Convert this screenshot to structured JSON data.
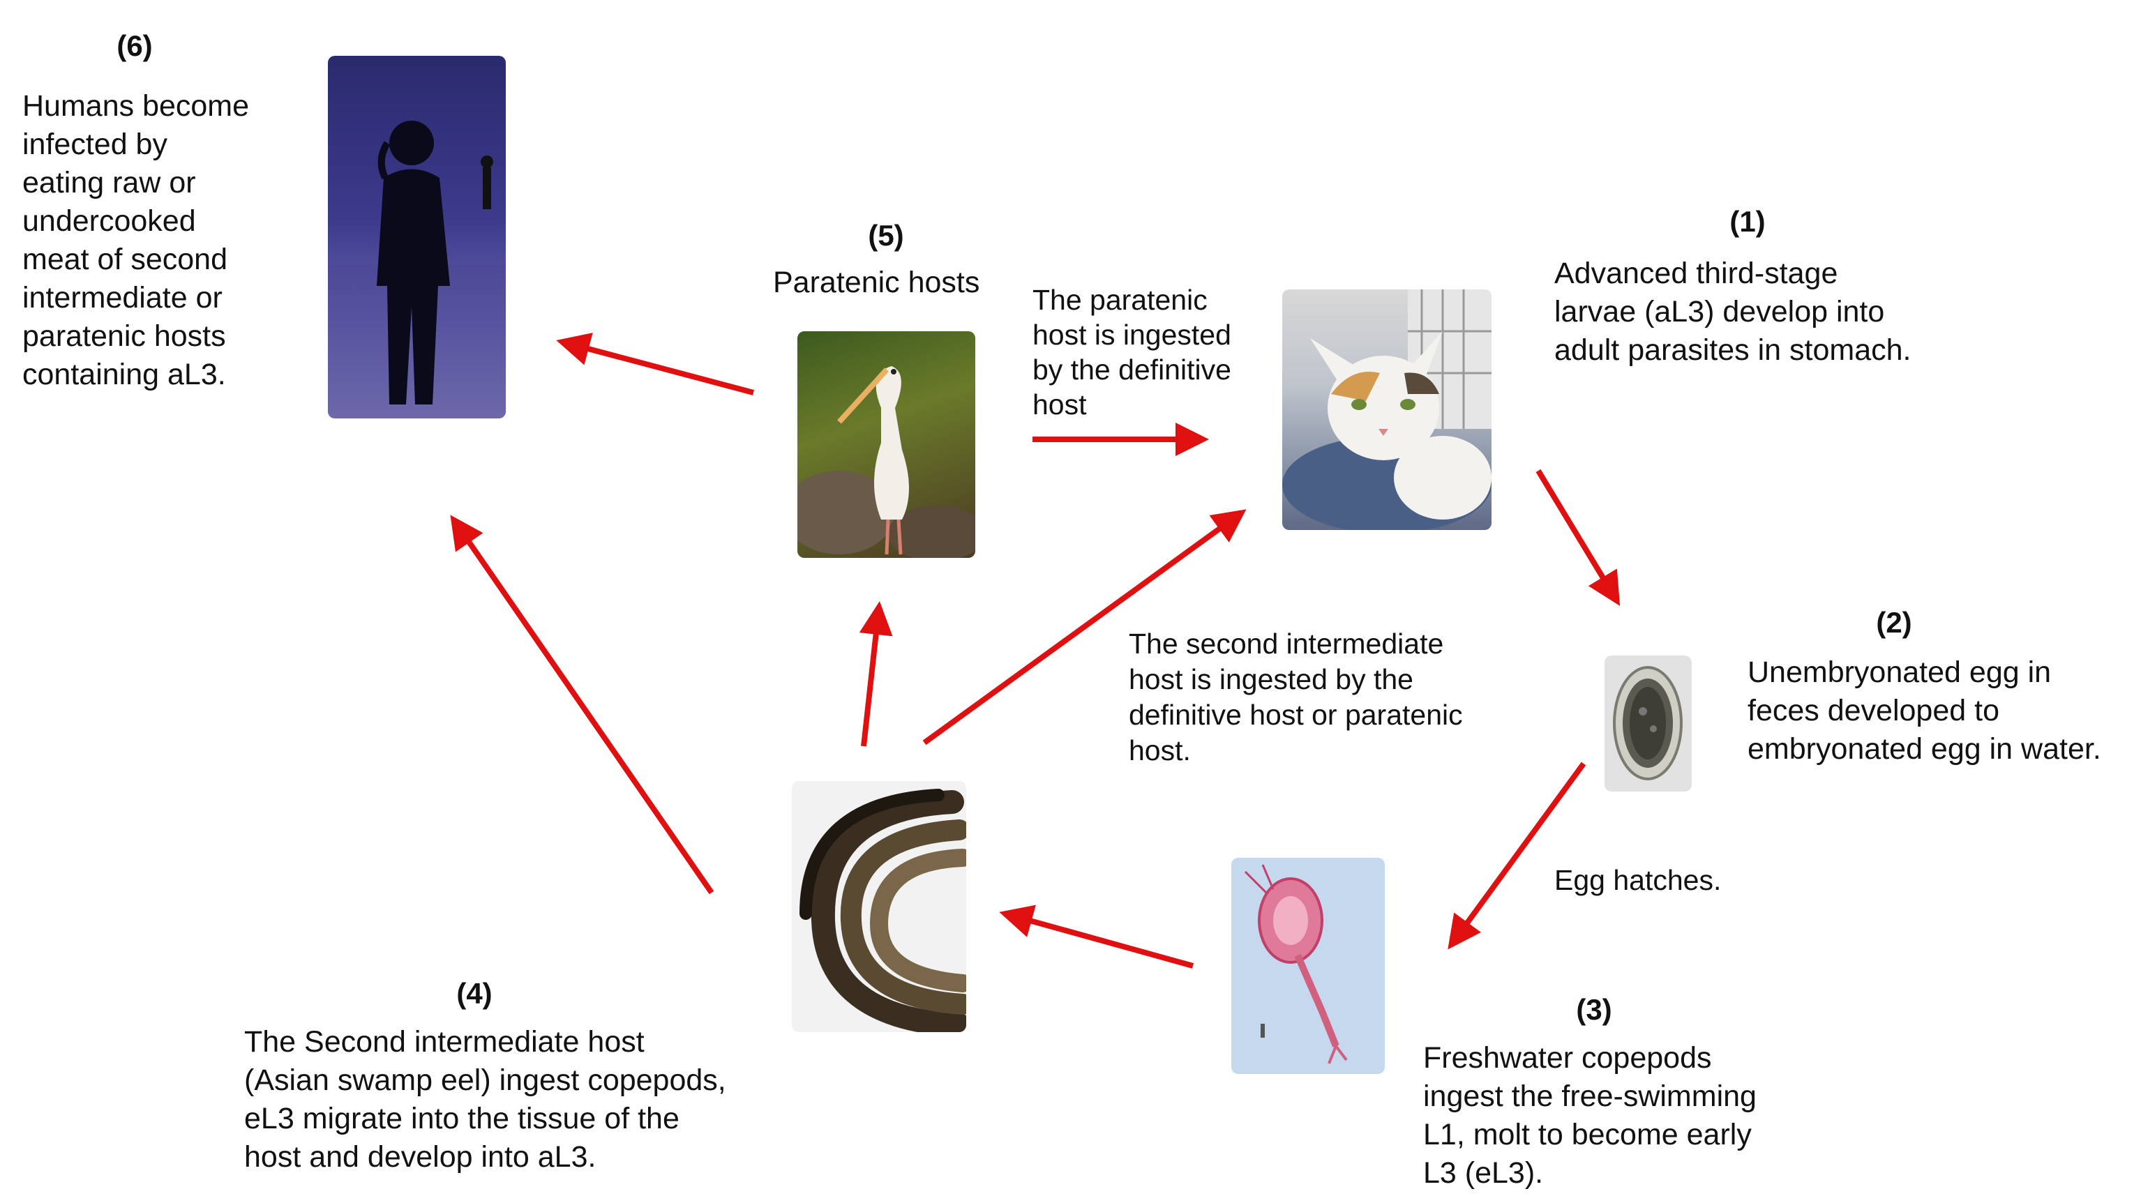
{
  "stages": {
    "s1": {
      "label": "(1)",
      "lines": [
        "Advanced third-stage",
        "larvae (aL3) develop into",
        "adult parasites in stomach."
      ]
    },
    "s2": {
      "label": "(2)",
      "lines": [
        "Unembryonated egg in",
        "feces developed to",
        "embryonated egg in water."
      ]
    },
    "s3": {
      "label": "(3)",
      "lines": [
        "Freshwater copepods",
        "ingest the free-swimming",
        "L1, molt to become early",
        "L3 (eL3)."
      ]
    },
    "s4": {
      "label": "(4)",
      "lines": [
        "The Second intermediate host",
        "(Asian swamp eel) ingest copepods,",
        "eL3 migrate into the tissue of the",
        "host and develop into aL3."
      ]
    },
    "s5": {
      "label": "(5)",
      "title": "Paratenic hosts"
    },
    "s6": {
      "label": "(6)",
      "lines": [
        "Humans become",
        "infected by",
        "eating raw or",
        "undercooked",
        "meat of second",
        "intermediate or",
        "paratenic hosts",
        "containing aL3."
      ]
    }
  },
  "notes": {
    "paratenic_ingested": [
      "The paratenic",
      "host is ingested",
      "by the definitive",
      "host"
    ],
    "second_ingested": [
      "The second intermediate",
      "host is ingested by the",
      "definitive host or paratenic",
      "host."
    ],
    "egg_hatches": "Egg hatches."
  },
  "images": {
    "human": "human-silhouette",
    "bird": "stork-bird",
    "cat": "cat",
    "egg": "parasite-egg",
    "copepod": "copepod",
    "eel": "swamp-eel"
  },
  "colors": {
    "arrow": "#e01010"
  }
}
